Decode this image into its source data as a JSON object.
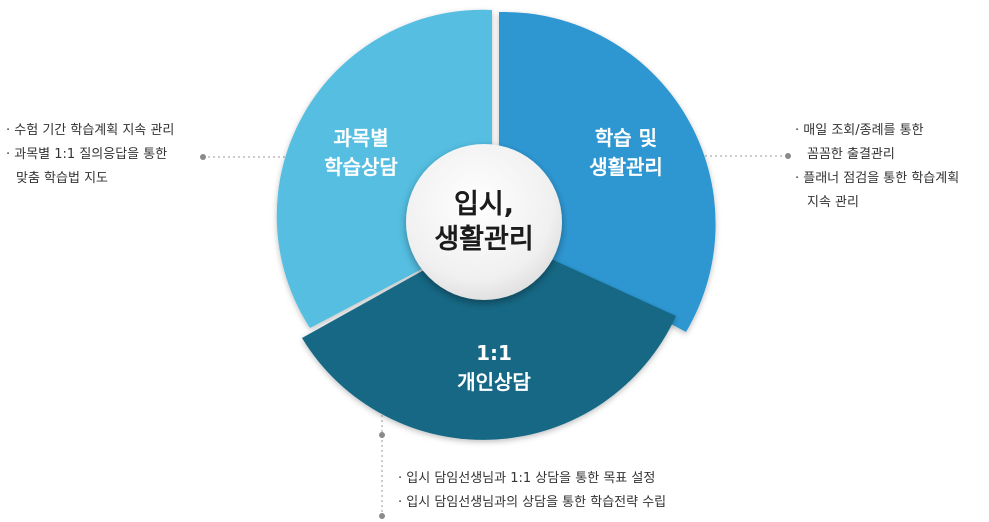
{
  "segments": {
    "subject": {
      "line1": "과목별",
      "line2": "학습상담",
      "color": "#55bee1"
    },
    "study": {
      "line1": "학습 및",
      "line2": "생활관리",
      "color": "#2e97d2"
    },
    "personal": {
      "line1": "1:1",
      "line2": "개인상담",
      "color": "#136785"
    }
  },
  "center": {
    "line1": "입시,",
    "line2": "생활관리"
  },
  "notes": {
    "left": [
      "· 수험 기간 학습계획 지속 관리",
      "· 과목별 1:1 질의응답을 통한",
      "맞춤 학습법 지도"
    ],
    "right": [
      "· 매일 조회/종례를 통한",
      "꼼꼼한 출결관리",
      "· 플래너 점검을 통한 학습계획",
      "지속 관리"
    ],
    "bottom": [
      "· 입시 담임선생님과 1:1 상담을 통한 목표 설정",
      "· 입시 담임선생님과의 상담을 통한 학습전략 수립"
    ]
  }
}
